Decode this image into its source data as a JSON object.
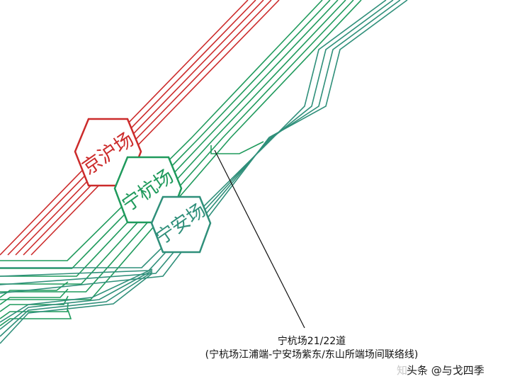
{
  "colors": {
    "jinghu": "#cc2b2b",
    "ninghang": "#1f9a5c",
    "ningan": "#2f8f7a",
    "callout": "#111111"
  },
  "labels": {
    "jinghu_yard": "京沪场",
    "ninghang_yard": "宁杭场",
    "ningan_yard": "宁安场"
  },
  "callout": {
    "line1": "宁杭场21/22道",
    "line2": "(宁杭场江浦端-宁安场紫东/东山所端场间联络线)"
  },
  "watermark": {
    "ghost": "知",
    "text": "头条 @与戈四季"
  }
}
